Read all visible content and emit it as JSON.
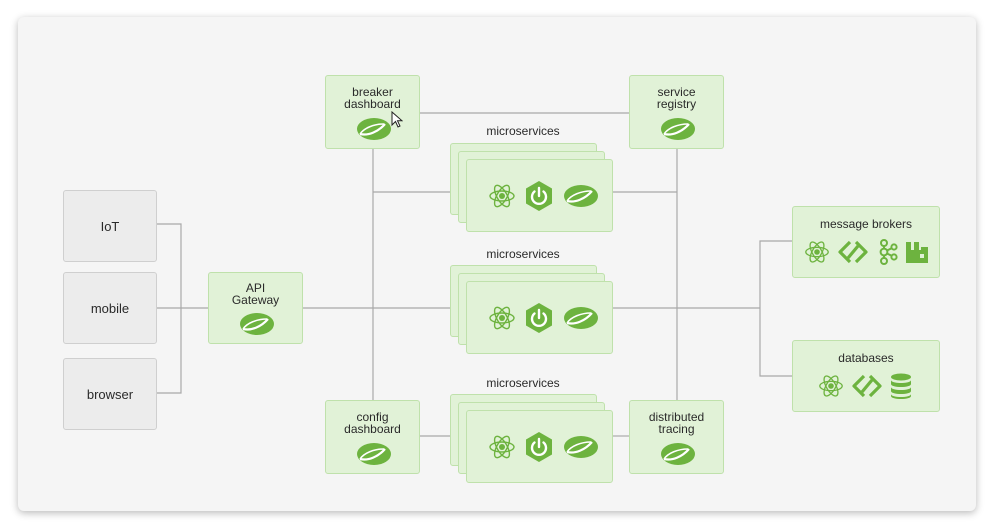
{
  "clients": {
    "iot": "IoT",
    "mobile": "mobile",
    "browser": "browser"
  },
  "gateway": {
    "line1": "API",
    "line2": "Gateway"
  },
  "breaker": {
    "line1": "breaker",
    "line2": "dashboard"
  },
  "registry": {
    "line1": "service",
    "line2": "registry"
  },
  "config": {
    "line1": "config",
    "line2": "dashboard"
  },
  "tracing": {
    "line1": "distributed",
    "line2": "tracing"
  },
  "microservices": {
    "top": "microservices",
    "middle": "microservices",
    "bottom": "microservices"
  },
  "brokers": {
    "title": "message brokers"
  },
  "databases": {
    "title": "databases"
  },
  "colors": {
    "green_icon": "#6db33f",
    "box_fill": "#e1f2d7",
    "box_border": "#bfe1ab",
    "line": "#a9a9a9"
  }
}
